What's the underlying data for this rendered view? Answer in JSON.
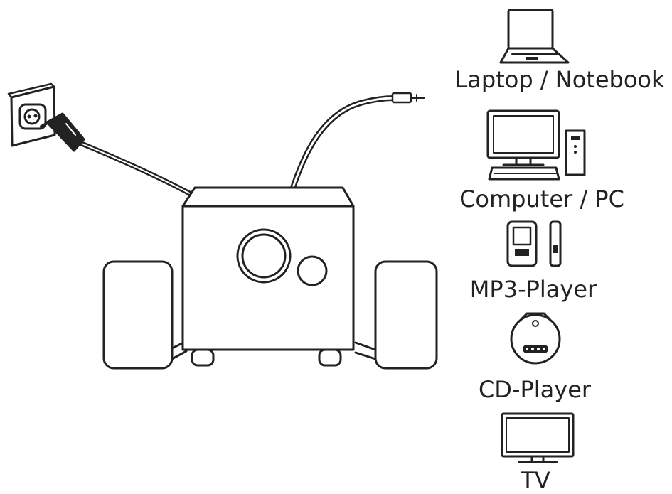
{
  "devices": [
    {
      "id": "laptop",
      "label": "Laptop / Notebook",
      "icon": "laptop-icon"
    },
    {
      "id": "computer",
      "label": "Computer / PC",
      "icon": "desktop-computer-icon"
    },
    {
      "id": "mp3",
      "label": "MP3-Player",
      "icon": "mp3-player-icon"
    },
    {
      "id": "cd",
      "label": "CD-Player",
      "icon": "cd-player-icon"
    },
    {
      "id": "tv",
      "label": "TV",
      "icon": "tv-icon"
    }
  ],
  "speaker_system": {
    "icons": [
      "power-outlet-icon",
      "power-plug-icon",
      "subwoofer-icon",
      "satellite-speaker-icon",
      "audio-jack-icon"
    ]
  },
  "colors": {
    "line": "#222222",
    "background": "#ffffff"
  }
}
